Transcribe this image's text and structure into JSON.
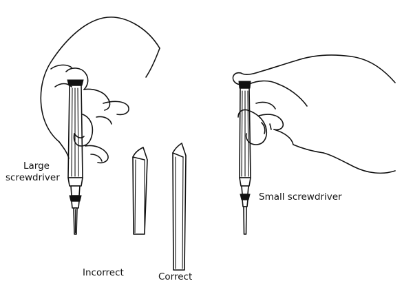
{
  "labels": {
    "large_line1": "Large",
    "large_line2": "screwdriver",
    "small": "Small screwdriver",
    "incorrect": "Incorrect",
    "correct": "Correct"
  },
  "colors": {
    "ink": "#111111",
    "paper": "#ffffff"
  }
}
